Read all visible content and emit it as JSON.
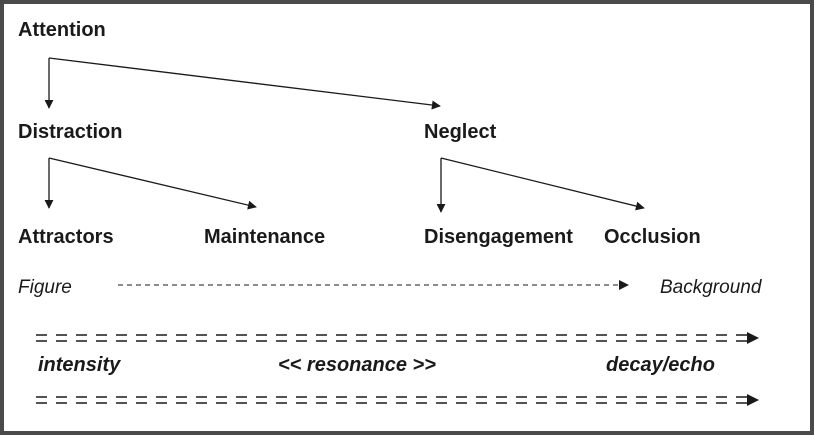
{
  "nodes": {
    "attention": "Attention",
    "distraction": "Distraction",
    "neglect": "Neglect",
    "attractors": "Attractors",
    "maintenance": "Maintenance",
    "disengagement": "Disengagement",
    "occlusion": "Occlusion"
  },
  "axis": {
    "start": "Figure",
    "end": "Background"
  },
  "band": {
    "left": "intensity",
    "center": "<<  resonance  >>",
    "right": "decay/echo"
  },
  "colors": {
    "ink": "#1a1a1a",
    "frame": "#4a4a4a",
    "background": "#ffffff"
  }
}
